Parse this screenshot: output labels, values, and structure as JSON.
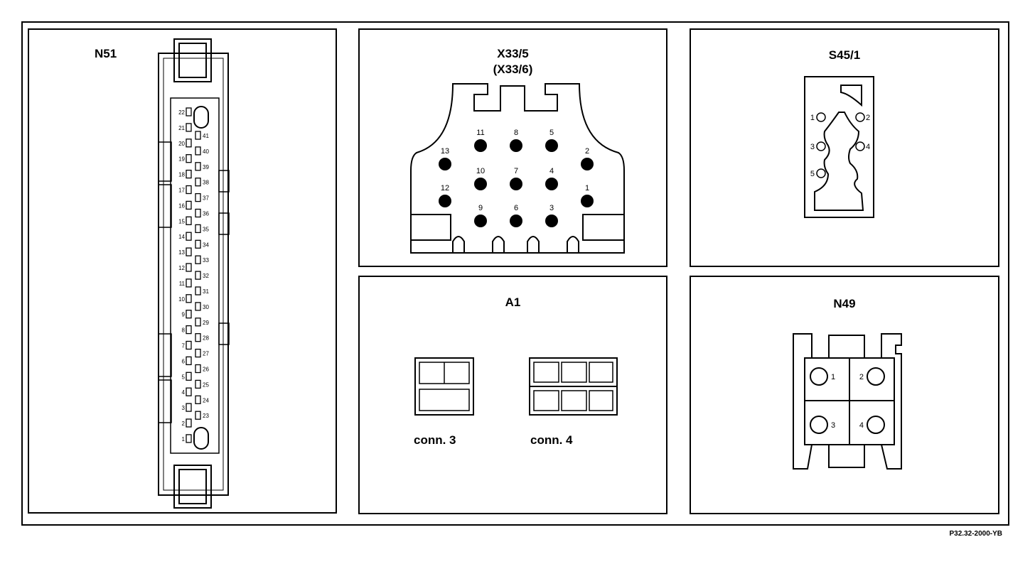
{
  "panels": {
    "n51": {
      "title": "N51",
      "left_pins": [
        "22",
        "21",
        "20",
        "19",
        "18",
        "17",
        "16",
        "15",
        "14",
        "13",
        "12",
        "11",
        "10",
        "9",
        "8",
        "7",
        "6",
        "5",
        "4",
        "3",
        "2",
        "1"
      ],
      "right_pins": [
        "41",
        "40",
        "39",
        "38",
        "37",
        "36",
        "35",
        "34",
        "33",
        "32",
        "31",
        "30",
        "29",
        "28",
        "27",
        "26",
        "25",
        "24",
        "23"
      ]
    },
    "x33": {
      "title": "X33/5",
      "subtitle": "(X33/6)",
      "pins": [
        "1",
        "2",
        "3",
        "4",
        "5",
        "6",
        "7",
        "8",
        "9",
        "10",
        "11",
        "12",
        "13"
      ]
    },
    "s45": {
      "title": "S45/1",
      "pins": [
        "1",
        "2",
        "3",
        "4",
        "5"
      ]
    },
    "a1": {
      "title": "A1",
      "conn3_label": "conn. 3",
      "conn4_label": "conn. 4"
    },
    "n49": {
      "title": "N49",
      "pins": [
        "1",
        "2",
        "3",
        "4"
      ]
    }
  },
  "figure_ref": "P32.32-2000-YB"
}
